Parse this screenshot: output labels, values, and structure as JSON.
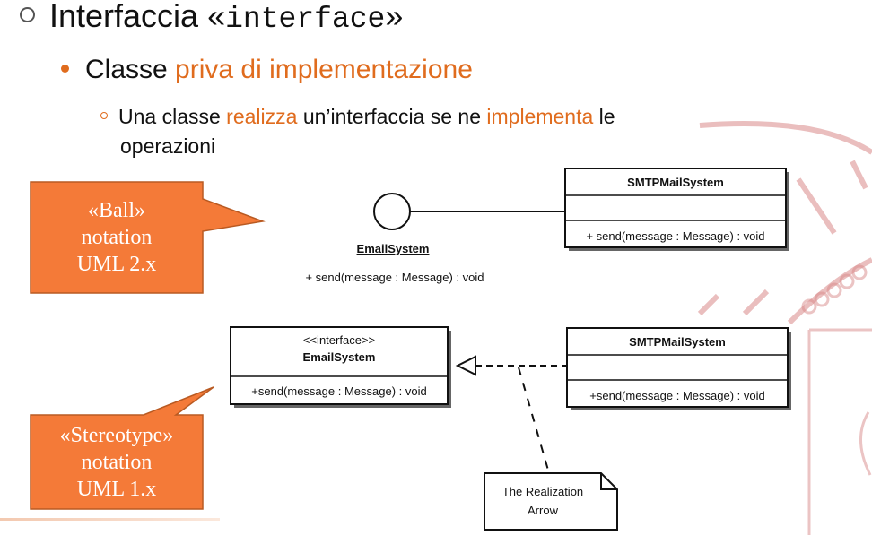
{
  "heading": {
    "prefix": "Interfaccia «",
    "mono": "interface",
    "suffix": "»"
  },
  "subheading": {
    "prefix": "Classe ",
    "highlight": "priva di implementazione"
  },
  "detail": {
    "part1": "Una classe ",
    "hl1": "realizza",
    "part2": " un’interfaccia se ne ",
    "hl2": "implementa",
    "part3": " le",
    "line2": "operazioni"
  },
  "callouts": {
    "ball": [
      "«Ball»",
      "notation",
      "UML 2.x"
    ],
    "stereotype": [
      "«Stereotype»",
      "notation",
      "UML 1.x"
    ]
  },
  "ball_diagram": {
    "interface_name": "EmailSystem",
    "interface_op": "+ send(message : Message) : void",
    "class_name": "SMTPMailSystem",
    "class_op": "+ send(message : Message) : void"
  },
  "stereotype_diagram": {
    "stereotype": "<<interface>>",
    "interface_name": "EmailSystem",
    "interface_op": "+send(message : Message) : void",
    "class_name": "SMTPMailSystem",
    "class_op": "+send(message : Message) : void",
    "note": [
      "The Realization",
      "Arrow"
    ]
  },
  "colors": {
    "accent": "#e06c1e",
    "callout_fill": "#f47a38",
    "callout_border": "#b95a22",
    "watermark": "#c94b4b"
  }
}
